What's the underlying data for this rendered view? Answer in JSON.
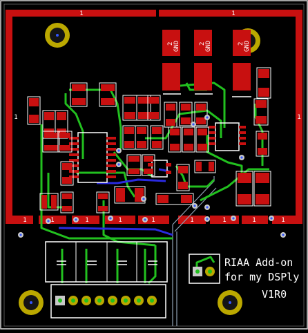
{
  "colors": {
    "background": "#000000",
    "board_fill": "#1a1a1a",
    "outline": "#d9d9d9",
    "copper_red": "#d11212",
    "pad_label_red": "#ff3b3b",
    "trace_green": "#22c01f",
    "trace_blue": "#2222d8",
    "hole_yellow": "#bba800",
    "pad_silver": "#c8c8c8",
    "text_white": "#ffffff"
  },
  "silkscreen": {
    "title_line_1": "RIAA Add-on",
    "title_line_2": "for my DSPly",
    "version": "V1R0"
  },
  "net_labels": {
    "net1": "1",
    "gnd": "GND",
    "two": "2"
  },
  "icons": {
    "mounting_hole": "mounting-hole-icon",
    "via": "via-icon",
    "pad": "pad-icon"
  }
}
